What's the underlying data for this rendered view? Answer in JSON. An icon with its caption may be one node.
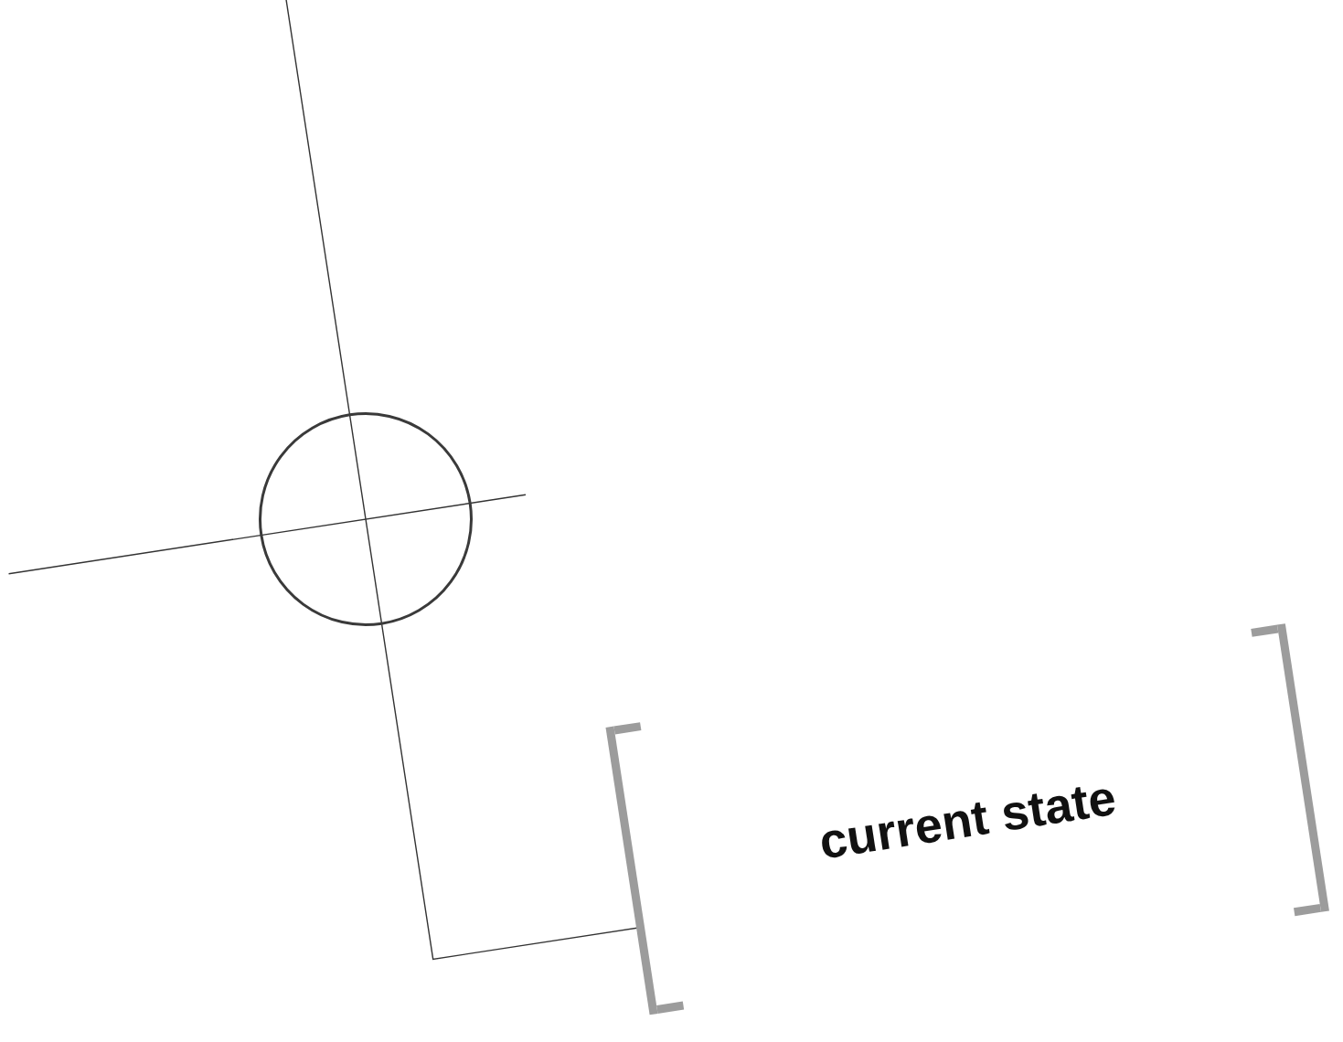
{
  "diagram": {
    "nodes": [
      {
        "text": [],
        "shape": "circle"
      },
      {
        "text": [
          "current state"
        ]
      }
    ],
    "edges": [
      {
        "from": 0,
        "to": 1,
        "arrow": "none"
      }
    ]
  }
}
